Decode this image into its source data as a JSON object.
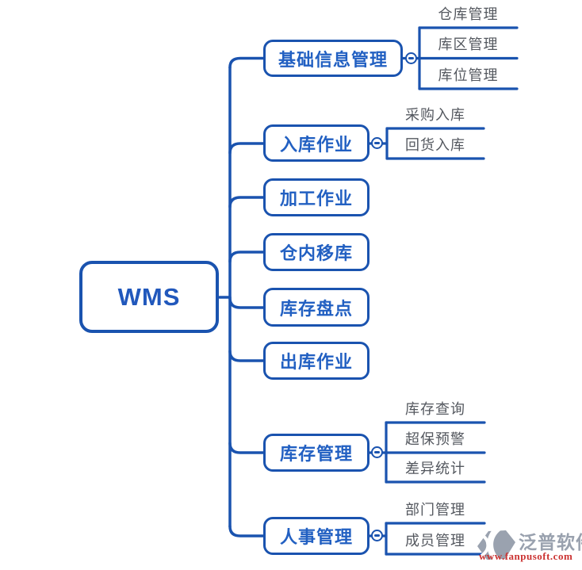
{
  "colors": {
    "wire_blue": "#1a53af",
    "node_text_blue": "#2260c2",
    "leaf_text_gray": "#54585f",
    "watermark_gray": "#99a1ae",
    "watermark_red": "#cb3332"
  },
  "root": {
    "label": "WMS"
  },
  "branches": [
    {
      "label": "基础信息管理",
      "children": [
        "仓库管理",
        "库区管理",
        "库位管理"
      ]
    },
    {
      "label": "入库作业",
      "children": [
        "采购入库",
        "回货入库"
      ]
    },
    {
      "label": "加工作业",
      "children": []
    },
    {
      "label": "仓内移库",
      "children": []
    },
    {
      "label": "库存盘点",
      "children": []
    },
    {
      "label": "出库作业",
      "children": []
    },
    {
      "label": "库存管理",
      "children": [
        "库存查询",
        "超保预警",
        "差异统计"
      ]
    },
    {
      "label": "人事管理",
      "children": [
        "部门管理",
        "成员管理"
      ]
    }
  ],
  "toggles": {
    "state_symbol": "minus"
  },
  "watermark": {
    "brand": "泛普软件",
    "url": "www.fanpusoft.com"
  }
}
